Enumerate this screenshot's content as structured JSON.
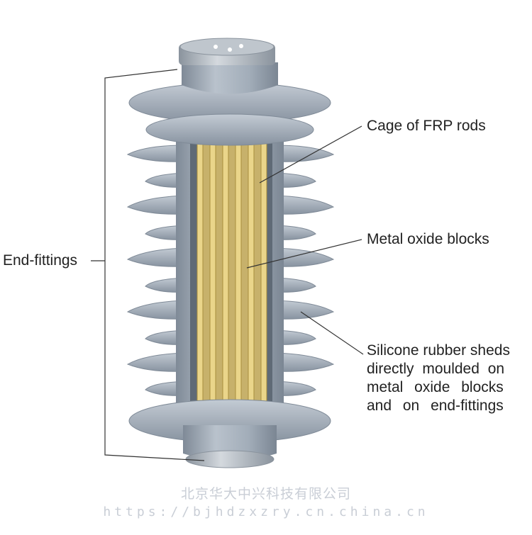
{
  "labels": {
    "end_fittings": "End-fittings",
    "cage": "Cage of FRP rods",
    "metal_oxide": "Metal oxide blocks",
    "sheds_line1": "Silicone rubber sheds",
    "sheds_line2": "directly moulded on",
    "sheds_line3": "metal oxide blocks",
    "sheds_line4": "and on end-fittings"
  },
  "watermark": {
    "company": "北京华大中兴科技有限公司",
    "url": "https://bjhdzxzry.cn.china.cn"
  },
  "colors": {
    "rubber": "#9aa5b2",
    "rubber_dark": "#7f8a97",
    "rubber_light": "#c3cbd4",
    "frp_rod": "#e6cf82",
    "metal_block": "#c7b16b"
  }
}
